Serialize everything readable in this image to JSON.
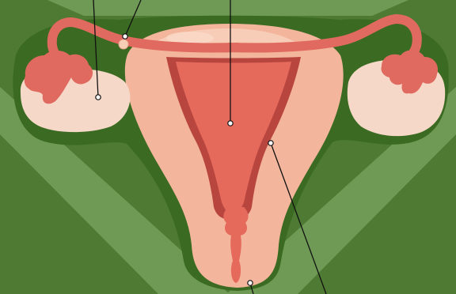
{
  "diagram": {
    "colors": {
      "background_dark": "#4e7a33",
      "background_band": "#6f9a55",
      "shadow": "#3b6a22",
      "tube_pink": "#e06a5f",
      "uterus_outer": "#f3b59b",
      "uterus_highlight": "#f8cdb8",
      "cavity_dark": "#b8463f",
      "cavity": "#e56a5c",
      "ovary": "#f5d8c7",
      "leader_line": "#111111"
    },
    "parts": [
      {
        "id": "fallopian-tube",
        "label": ""
      },
      {
        "id": "ovary",
        "label": ""
      },
      {
        "id": "uterine-cavity",
        "label": ""
      },
      {
        "id": "uterine-wall",
        "label": ""
      },
      {
        "id": "cervical-canal",
        "label": ""
      },
      {
        "id": "tube-opening",
        "label": ""
      }
    ]
  }
}
